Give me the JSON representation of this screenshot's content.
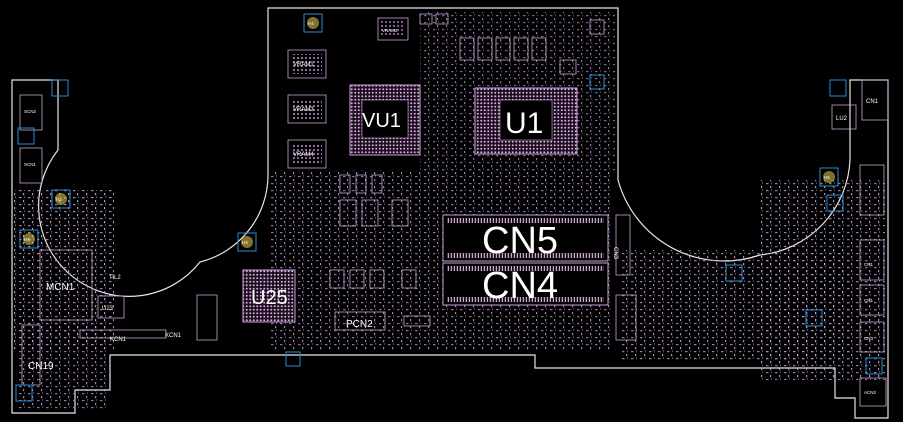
{
  "colors": {
    "background": "#000000",
    "outline": "#e6e6e6",
    "component": "#c8a0d8",
    "pad": "#e8b8e8",
    "hole": "#2e8bd6",
    "hole_fill": "#d8c04a",
    "text": "#ffffff"
  },
  "labels": {
    "u1": "U1",
    "vu1": "VU1",
    "cn5": "CN5",
    "cn4": "CN4",
    "u25": "U25",
    "mcn1": "MCN1",
    "pcn2": "PCN2",
    "cn19": "CN19",
    "kcn1": "KCN1",
    "kcn1b": "KCN1",
    "lu2": "LU2",
    "cn1": "CN1",
    "cn3": "CN3",
    "u23": "U23",
    "pl2": "PL2",
    "h4": "H4",
    "h2": "H2",
    "h3": "H3",
    "h5": "H5",
    "acn2": "ACN2",
    "vram1": "VRAM1",
    "vram2": "VRAM2",
    "vram3": "VRAM3",
    "vram4": "VRAM4",
    "scn2": "SCN2",
    "scn1": "SCN1",
    "cn_right1": "CN1",
    "cn_right2": "CN1",
    "cn_right3": "CN3"
  }
}
